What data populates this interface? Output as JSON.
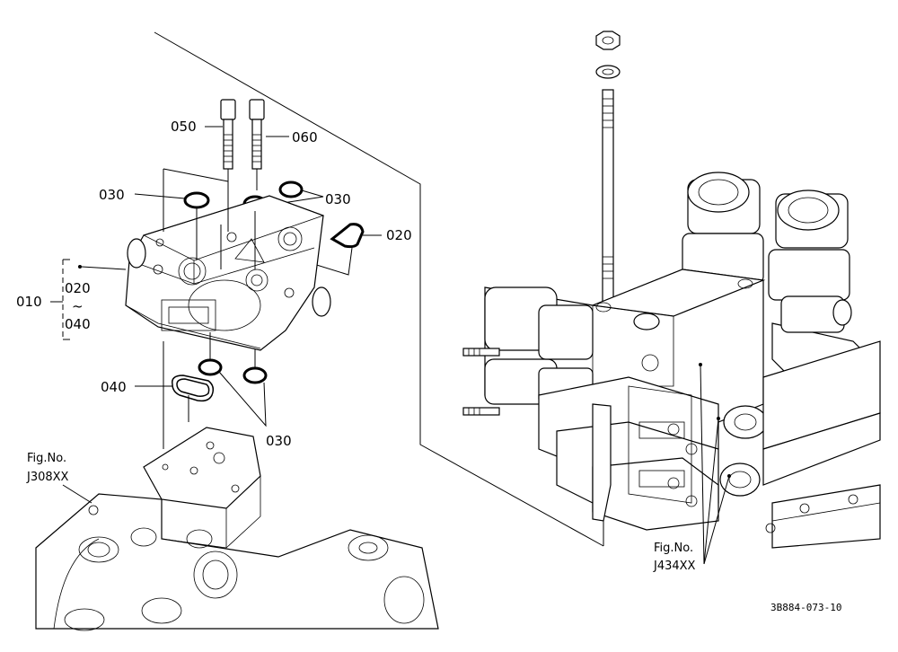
{
  "labels": {
    "p050": "050",
    "p060": "060",
    "p030_a": "030",
    "p030_b": "030",
    "p030_c": "030",
    "p020": "020",
    "p010": "010",
    "p020_range": "020",
    "tilde": "~",
    "p040_range": "040",
    "p040": "040"
  },
  "references": {
    "left_fig_label": "Fig.No.",
    "left_fig_code": "J308XX",
    "right_fig_label": "Fig.No.",
    "right_fig_code": "J434XX"
  },
  "drawing_code": "3B884-073-10",
  "icons": {
    "bolt": "bolt-icon",
    "o_ring": "o-ring-icon",
    "gasket": "gasket-icon"
  }
}
